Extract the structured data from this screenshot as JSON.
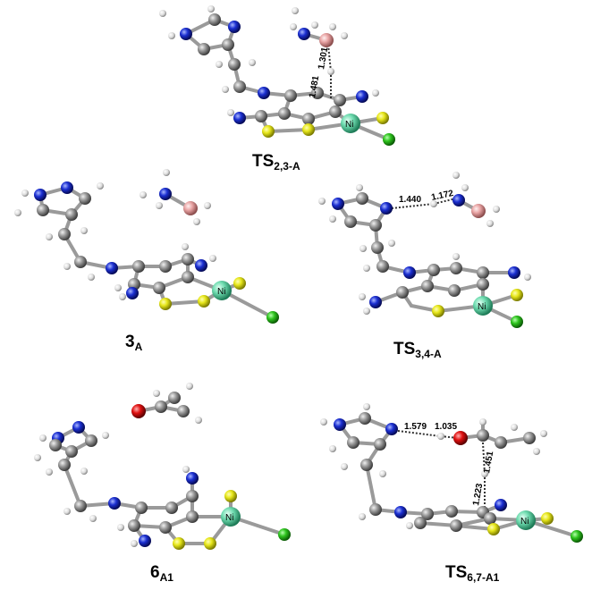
{
  "labels": {
    "ts23": {
      "main": "TS",
      "sub": "2,3-A"
    },
    "s3": {
      "main": "3",
      "sub": "A"
    },
    "ts34": {
      "main": "TS",
      "sub": "3,4-A"
    },
    "s6": {
      "main": "6",
      "sub": "A1"
    },
    "ts67": {
      "main": "TS",
      "sub": "6,7-A1"
    }
  },
  "distances": {
    "ts23_a": "1.301",
    "ts23_b": "1.481",
    "ts34_a": "1.440",
    "ts34_b": "1.172",
    "ts67_a": "1.579",
    "ts67_b": "1.035",
    "ts67_c": "1.451",
    "ts67_d": "1.223"
  },
  "atom_label": "Ni",
  "colors": {
    "carbon": "#8c8c8c",
    "nitrogen": "#1b2fd1",
    "hydrogen": "#e8e8e8",
    "sulfur": "#e6e61a",
    "nickel": "#6fdcb0",
    "chlorine": "#2ec41e",
    "boron": "#e8a3a3",
    "oxygen": "#e01010"
  }
}
